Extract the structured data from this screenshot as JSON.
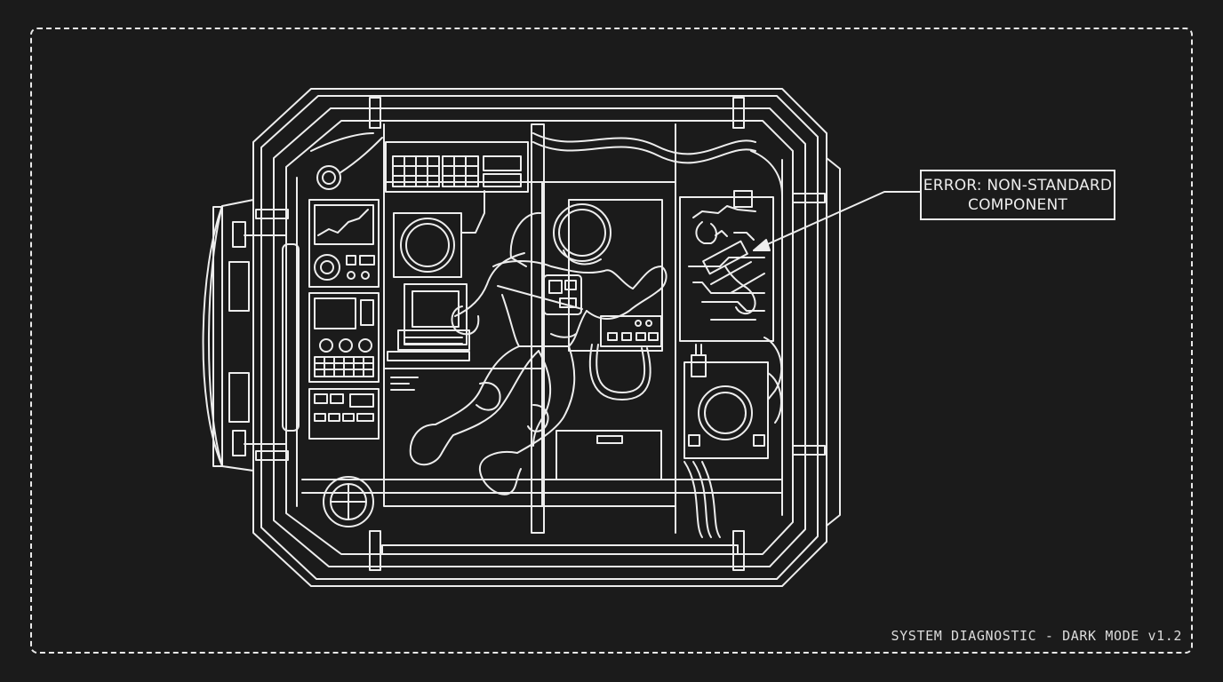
{
  "callout": {
    "line1": "ERROR: NON-STANDARD",
    "line2": "COMPONENT"
  },
  "footer": {
    "label": "SYSTEM DIAGNOSTIC - DARK MODE v1.2"
  },
  "colors": {
    "background": "#1b1b1b",
    "line": "#ededed"
  }
}
